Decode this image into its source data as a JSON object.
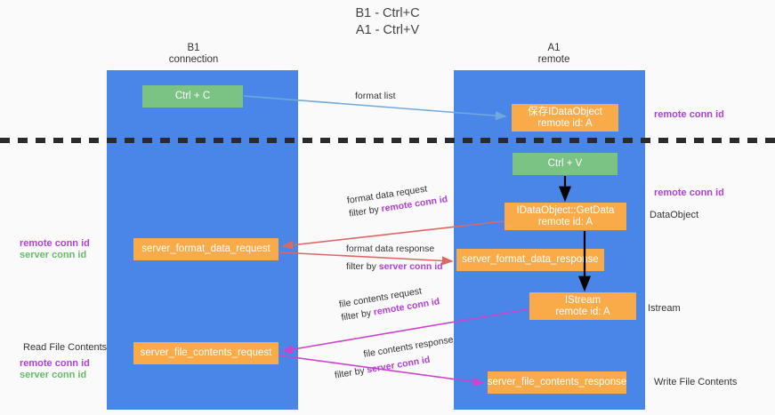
{
  "title": {
    "line1": "B1 - Ctrl+C",
    "line2": "A1 - Ctrl+V"
  },
  "lanes": [
    {
      "id": "b1",
      "name": "B1",
      "sub": "connection"
    },
    {
      "id": "a1",
      "name": "A1",
      "sub": "remote"
    }
  ],
  "nodes": {
    "ctrl_c": {
      "label": "Ctrl + C"
    },
    "save_idataobject": {
      "line1": "保存IDataObject",
      "line2": "remote id: A"
    },
    "ctrl_v": {
      "label": "Ctrl + V"
    },
    "getdata": {
      "line1": "IDataObject::GetData",
      "line2": "remote id: A"
    },
    "format_request": {
      "label": "server_format_data_request"
    },
    "format_response": {
      "label": "server_format_data_response"
    },
    "istream": {
      "line1": "IStream",
      "line2": "remote id: A"
    },
    "file_request": {
      "label": "server_file_contents_request"
    },
    "file_response": {
      "label": "server_file_contents_response"
    }
  },
  "arrow_labels": {
    "format_list": "format list",
    "format_data_request": "format data request",
    "format_data_request_filter_prefix": "filter by ",
    "format_data_request_filter_key": "remote conn id",
    "format_data_response": "format data response",
    "format_data_response_filter_prefix": "filter by ",
    "format_data_response_filter_key": "server conn id",
    "file_contents_request": "file contents request",
    "file_contents_request_filter_prefix": "filter by ",
    "file_contents_request_filter_key": "remote conn id",
    "file_contents_response": "file contents response",
    "file_contents_response_filter_prefix": "filter by ",
    "file_contents_response_filter_key": "server conn id"
  },
  "side_labels": {
    "right_remote_conn_top": "remote conn id",
    "right_remote_conn_mid": "remote conn id",
    "right_dataobject": "DataObject",
    "right_istream": "Istream",
    "right_write_file": "Write File Contents",
    "left_remote_conn_mid": "remote conn id",
    "left_server_conn_mid": "server conn id",
    "left_read_file": "Read File Contents",
    "left_remote_conn_bot": "remote conn id",
    "left_server_conn_bot": "server conn id"
  },
  "colors": {
    "lane": "#4a86e8",
    "green_node": "#7ac384",
    "orange_node": "#f9ab4a",
    "purple": "#b33fd6",
    "green_text": "#66bb6a",
    "red_arrow": "#e06666",
    "magenta_arrow": "#cc44cc",
    "blue_arrow": "#6fa8dc",
    "black_arrow": "#000000",
    "background": "#fafafa"
  }
}
